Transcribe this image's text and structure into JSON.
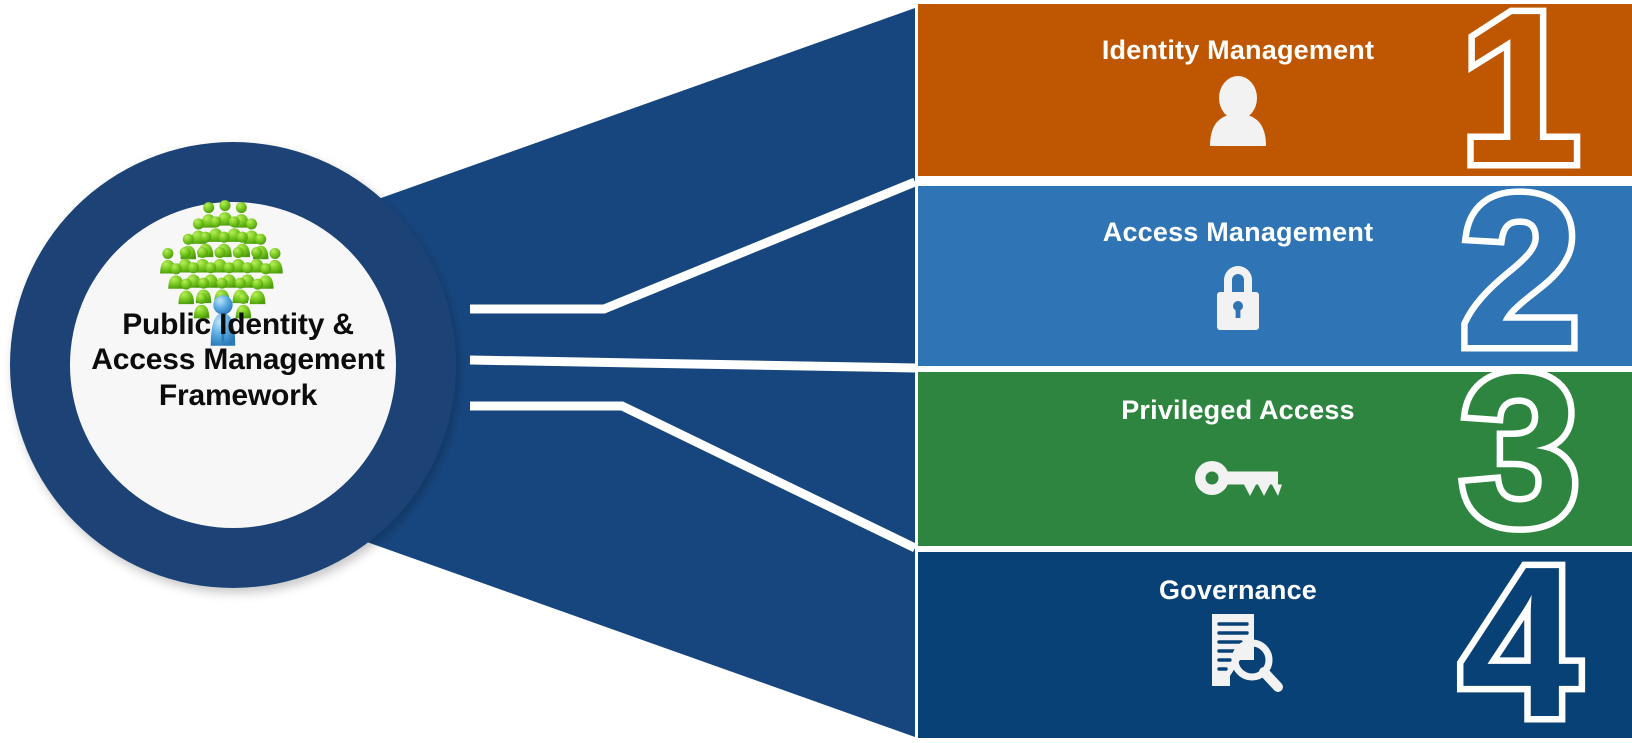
{
  "diagram": {
    "type": "funnel-framework",
    "hub": {
      "title_lines": [
        "Public Identity &",
        "Access Management",
        "Framework"
      ],
      "icon": "crowd-of-people-arrow-icon",
      "ring_color": "#1B4376",
      "inner_color": "#F7F7F7",
      "text_color": "#0c0c0c"
    },
    "connector": {
      "name": "funnel-connector",
      "color": "#17467E",
      "divider_color": "#ffffff"
    },
    "bands": [
      {
        "number": "1",
        "label": "Identity Management",
        "icon": "person-icon",
        "color": "#BF5602",
        "text_color": "#ffffff"
      },
      {
        "number": "2",
        "label": "Access Management",
        "icon": "padlock-icon",
        "color": "#2F74B5",
        "text_color": "#ffffff"
      },
      {
        "number": "3",
        "label": "Privileged Access",
        "icon": "key-icon",
        "color": "#2E8540",
        "text_color": "#ffffff"
      },
      {
        "number": "4",
        "label": "Governance",
        "icon": "document-magnifier-icon",
        "color": "#084175",
        "text_color": "#ffffff"
      }
    ]
  }
}
